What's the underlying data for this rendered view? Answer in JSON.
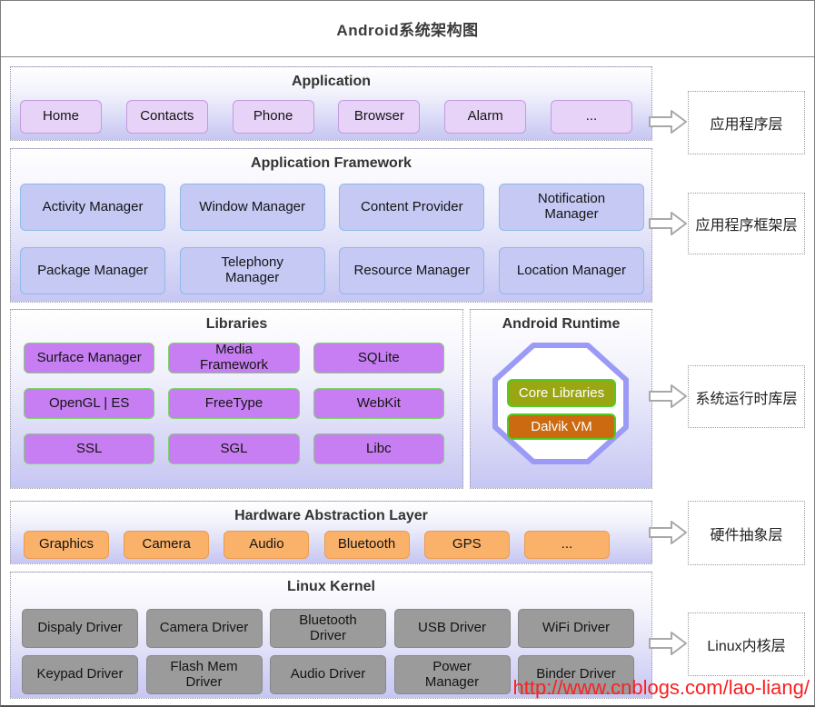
{
  "window": {
    "title": "Android系统架构图"
  },
  "watermark": "http://www.cnblogs.com/lao-liang/",
  "layers": {
    "application": {
      "title": "Application",
      "items": [
        "Home",
        "Contacts",
        "Phone",
        "Browser",
        "Alarm",
        "..."
      ]
    },
    "framework": {
      "title": "Application Framework",
      "rows": [
        [
          "Activity Manager",
          "Window Manager",
          "Content Provider",
          "Notification\nManager"
        ],
        [
          "Package Manager",
          "Telephony\nManager",
          "Resource Manager",
          "Location Manager"
        ]
      ]
    },
    "libraries": {
      "title": "Libraries",
      "items": [
        "Surface Manager",
        "Media\nFramework",
        "SQLite",
        "OpenGL | ES",
        "FreeType",
        "WebKit",
        "SSL",
        "SGL",
        "Libc"
      ]
    },
    "runtime": {
      "title": "Android Runtime",
      "core_libraries": "Core Libraries",
      "dalvik_vm": "Dalvik VM"
    },
    "hal": {
      "title": "Hardware Abstraction Layer",
      "items": [
        "Graphics",
        "Camera",
        "Audio",
        "Bluetooth",
        "GPS",
        "..."
      ]
    },
    "kernel": {
      "title": "Linux Kernel",
      "rows": [
        [
          "Dispaly Driver",
          "Camera Driver",
          "Bluetooth\nDriver",
          "USB Driver",
          "WiFi Driver"
        ],
        [
          "Keypad Driver",
          "Flash Mem\nDriver",
          "Audio Driver",
          "Power\nManager",
          "Binder Driver"
        ]
      ]
    }
  },
  "side_labels": [
    "应用程序层",
    "应用程序框架层",
    "系统运行时库层",
    "硬件抽象层",
    "Linux内核层"
  ],
  "colors": {
    "app_node": "#e7d3f8",
    "framework_node": "#c5c9f4",
    "library_node": "#c77ef2",
    "core_libraries_node": "#9ba613",
    "dalvik_vm_node": "#cb6a10",
    "hal_node": "#fab169",
    "kernel_node": "#9b9b9b",
    "section_gradient_bottom": "#c6c6f3",
    "octagon_border": "#9b9bf7",
    "watermark_text": "#f92121"
  }
}
